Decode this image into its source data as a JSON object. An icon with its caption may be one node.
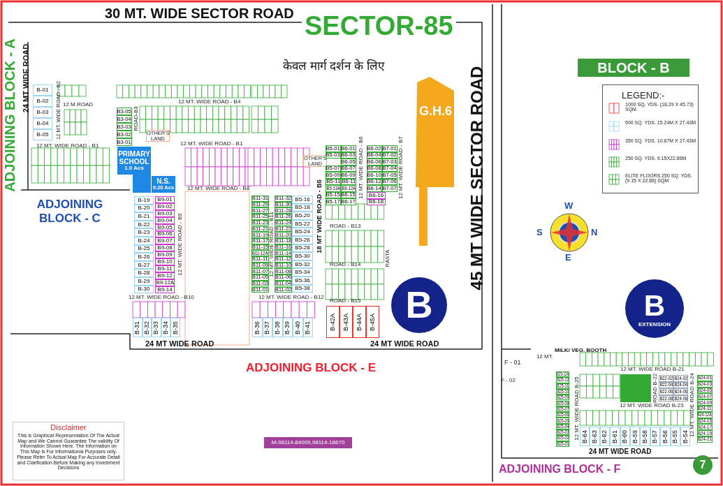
{
  "diagram": {
    "nodes": [
      {
        "text": [
          "PRIMARY SCHOOL",
          "1.0 Acs"
        ]
      },
      {
        "text": [
          "N.S.",
          "0.20 Acs"
        ]
      },
      {
        "text": [
          "G.H.6"
        ]
      },
      {
        "text": [
          "B"
        ]
      },
      {
        "text": [
          "B",
          "EXTENSION"
        ]
      },
      {
        "text": [
          "BLOCK - B"
        ]
      },
      {
        "text": [
          "Disclaimer",
          "This is Graphical Representation Of The Actual Map and We Cannot Guarantee The validity Of Information Shown Here. The Information on This Map is For Informational Purposes only. Please Refer To Actual Map For Accurate Detail and Clarification Before Making any Investment Decisions"
        ]
      },
      {
        "text": [
          "M-98114-84009,98114-18670"
        ]
      },
      {
        "text": [
          "7"
        ]
      }
    ],
    "edges": [],
    "labels": [
      "30 MT. WIDE SECTOR ROAD",
      "SECTOR-85",
      "केवल मार्ग दर्शन के लिए",
      "ADJOINING BLOCK - A",
      "24 MT WIDE ROAD",
      "12 M.ROAD",
      "12 MT. WIDE ROAD - B2",
      "12 MT. WIDE ROAD - B1",
      "ROAD-B3",
      "OTHER'S LAND",
      "12 MT. WIDE ROAD - B4",
      "12 MT. WIDE ROAD - B1",
      "OTHER'S LAND",
      "12 MT. WIDE ROAD - B8",
      "12 MT. WIDE ROAD - B9",
      "12 MT. WIDE ROAD - B11",
      "18 MT WIDE ROAD - B5",
      "12 MT. WIDE ROAD - B6",
      "12 MT. WIDE ROAD - B7",
      "ROAD - B13",
      "ROAD - B14",
      "ROAD - B15",
      "RASTA",
      "12 MT. WIDE ROAD - B10",
      "12 MT. WIDE ROAD - B12",
      "ADJOINING BLOCK - C",
      "24 MT WIDE ROAD",
      "24 MT WIDE ROAD",
      "ADJOINING BLOCK - E",
      "45 MT WIDE SECTOR ROAD",
      "LEGEND:-",
      "W",
      "S",
      "N",
      "E",
      "F - 01",
      "F - 02",
      "12 MT.",
      "MILK/ VEG. BOOTH",
      "12 MT. WIDE ROAD B-25",
      "12 MT. WIDE ROAD B-21",
      "ROAD B-22",
      "12 MT. WIDE ROAD B-23",
      "12 MT. WIDE ROAD B-24",
      "24 MT WIDE ROAD",
      "ADJOINING BLOCK - F",
      "B-01",
      "B-02",
      "B-03",
      "B-04",
      "B-05",
      "B3-05",
      "B3-04",
      "B3-03",
      "B3-02",
      "B3-01",
      "B-19",
      "B-20",
      "B-21",
      "B-22",
      "B-23",
      "B-24",
      "B-25",
      "B-26",
      "B-27",
      "B-28",
      "B-29",
      "B-30",
      "B9-01",
      "B9-02",
      "B9-03",
      "B9-04",
      "B9-05",
      "B9-06",
      "B9-07",
      "B9-08",
      "B9-09",
      "B9-10",
      "B9-11",
      "B9-12",
      "B9-12A",
      "B9-14",
      "B-31",
      "B-32",
      "B-33",
      "B-34",
      "B-35",
      "B-36",
      "B-37",
      "B-38",
      "B-39",
      "B-40",
      "B-41",
      "B11-31",
      "B11-29",
      "B11-27",
      "B11-25",
      "B11-23",
      "B11-21",
      "B11-19",
      "B11-17",
      "B11-15",
      "B11-12A",
      "B11-11",
      "B11-09",
      "B11-07",
      "B11-05",
      "B11-03",
      "B11-01",
      "B11-32",
      "B11-30",
      "B11-28",
      "B11-26",
      "B11-24",
      "B11-22",
      "B11-20",
      "B11-18",
      "B11-16",
      "B11-14",
      "B11-12",
      "B11-10",
      "B11-08",
      "B11-06",
      "B11-04",
      "B11-02",
      "B5-16",
      "B5-18",
      "B5-20",
      "B5-22",
      "B5-24",
      "B5-26",
      "B5-28",
      "B5-30",
      "B5-32",
      "B5-34",
      "B5-36",
      "B5-38",
      "B5-01",
      "B5-03",
      "B5-07",
      "B5-09",
      "B5-11",
      "B5-13A",
      "B5-15",
      "B5-17",
      "B6-01",
      "B6-03",
      "B6-05",
      "B6-07",
      "B6-09",
      "B6-11",
      "B6-12A",
      "B6-15",
      "B6-17",
      "B6-02",
      "B6-04",
      "B6-06",
      "B6-08",
      "B6-10",
      "B6-12",
      "B6-14",
      "B7-01",
      "B7-02",
      "B7-03",
      "B7-04",
      "B7-05",
      "B7-06",
      "B7-07",
      "B6-16",
      "B6-18",
      "B-42A",
      "B-43A",
      "B-44A",
      "B-45A",
      "B-64",
      "B-63",
      "B-62",
      "B-61",
      "B-60",
      "B-59",
      "B-58",
      "B-57",
      "B-56",
      "B-55",
      "B-54",
      "B25-12A",
      "B25-12",
      "B25-11",
      "B25-10",
      "B25-09",
      "B25-08",
      "B25-07",
      "B25-06",
      "B25-05",
      "B25-04",
      "B25-03",
      "B25-02",
      "B25-01",
      "B22-02",
      "B22-04",
      "B22-06",
      "B22-08",
      "B24-02",
      "B24-04",
      "B24-06",
      "B24-08",
      "B24-01",
      "B24-03",
      "B24-05",
      "B24-07",
      "B24-09",
      "B24-11",
      "B24-12A",
      "B24-15",
      "B24-17",
      "B24-19",
      "B24-21"
    ],
    "legend": [
      {
        "text": "1000 SQ. YDS. (18.29 X 45.73) SQM."
      },
      {
        "text": "500 SQ. YDS. 15.24M X 27.43M"
      },
      {
        "text": "350 SQ. YDS. 10.67M X 27.43M"
      },
      {
        "text": "250 SQ. YDS. 9.15X22.86M"
      },
      {
        "text": "ELITE FLOORS 250 SQ. YDS. (9.15 X 22.86) SQM"
      }
    ]
  }
}
